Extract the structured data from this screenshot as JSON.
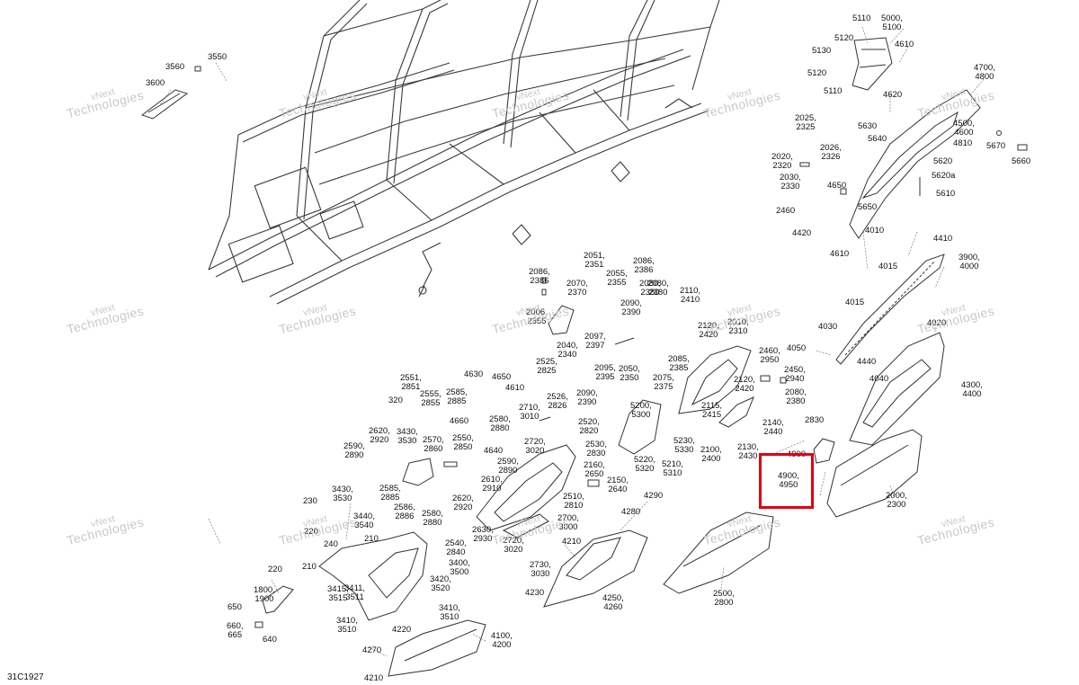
{
  "diagram": {
    "reference_code": "31C1927",
    "highlight_color": "#e0000f",
    "watermark": {
      "line1": "vNext",
      "line2": "Technologies"
    },
    "highlighted_part": "4900,\n4950",
    "parts": [
      "5110",
      "5000,\n5100",
      "5120",
      "5130",
      "5120",
      "5110",
      "4610",
      "4620",
      "4700,\n4800",
      "3550",
      "3560",
      "3600",
      "2025,\n2325",
      "2026,\n2326",
      "2020,\n2320",
      "2030,\n2330",
      "4650",
      "5630",
      "5640",
      "5620",
      "5620a",
      "5610",
      "4500,\n4600",
      "4810",
      "5670",
      "5660",
      "2460",
      "4420",
      "5650",
      "4010",
      "4410",
      "4610",
      "4015",
      "3900,\n4000",
      "4015",
      "4020",
      "4030",
      "4050",
      "4440",
      "4040",
      "4300,\n4400",
      "2051,\n2351",
      "2086,\n2386",
      "2080,\n2380",
      "2055,\n2355",
      "2070,\n2370",
      "2086,\n2386",
      "2080,\n2380",
      "2110,\n2410",
      "2006,\n2355",
      "2090,\n2390",
      "2120,\n2420",
      "2010,\n2310",
      "2097,\n2397",
      "2040,\n2340",
      "2525,\n2825",
      "2095,\n2395",
      "2050,\n2350",
      "2085,\n2385",
      "2075,\n2375",
      "2460,\n2950",
      "2450,\n2940",
      "2120,\n2420",
      "2080,\n2380",
      "2526,\n2826",
      "2090,\n2390",
      "2115,\n2415",
      "2140,\n2440",
      "2830",
      "4630",
      "4650",
      "4610",
      "2551,\n2851",
      "2555,\n2855",
      "2585,\n2885",
      "320",
      "4660",
      "2710,\n3010",
      "2520,\n2820",
      "5200,\n5300",
      "2580,\n2880",
      "2620,\n2920",
      "3430,\n3530",
      "2570,\n2860",
      "2550,\n2850",
      "2720,\n3020",
      "2530,\n2830",
      "2590,\n2890",
      "4640",
      "5230,\n5330",
      "2100,\n2400",
      "2130,\n2430",
      "4900",
      "2590,\n2890",
      "2610,\n2910",
      "2160,\n2650",
      "5220,\n5320",
      "5210,\n5310",
      "2150,\n2640",
      "2585,\n2885",
      "3430,\n3530",
      "2510,\n2810",
      "230",
      "2620,\n2920",
      "4290",
      "2000,\n2300",
      "2586,\n2886",
      "2580,\n2880",
      "3440,\n3540",
      "220",
      "2700,\n3000",
      "4280",
      "210",
      "2630,\n2930",
      "240",
      "2720,\n3020",
      "2540,\n2840",
      "4210",
      "210",
      "3400,\n3500",
      "2730,\n3030",
      "220",
      "3420,\n3520",
      "3415,\n3515",
      "3411,\n3511",
      "1800,\n1900",
      "4230",
      "4250,\n4260",
      "2500,\n2800",
      "650",
      "3410,\n3510",
      "3410,\n3510",
      "660,\n665",
      "4220",
      "640",
      "4100,\n4200",
      "4270",
      "4210"
    ]
  }
}
